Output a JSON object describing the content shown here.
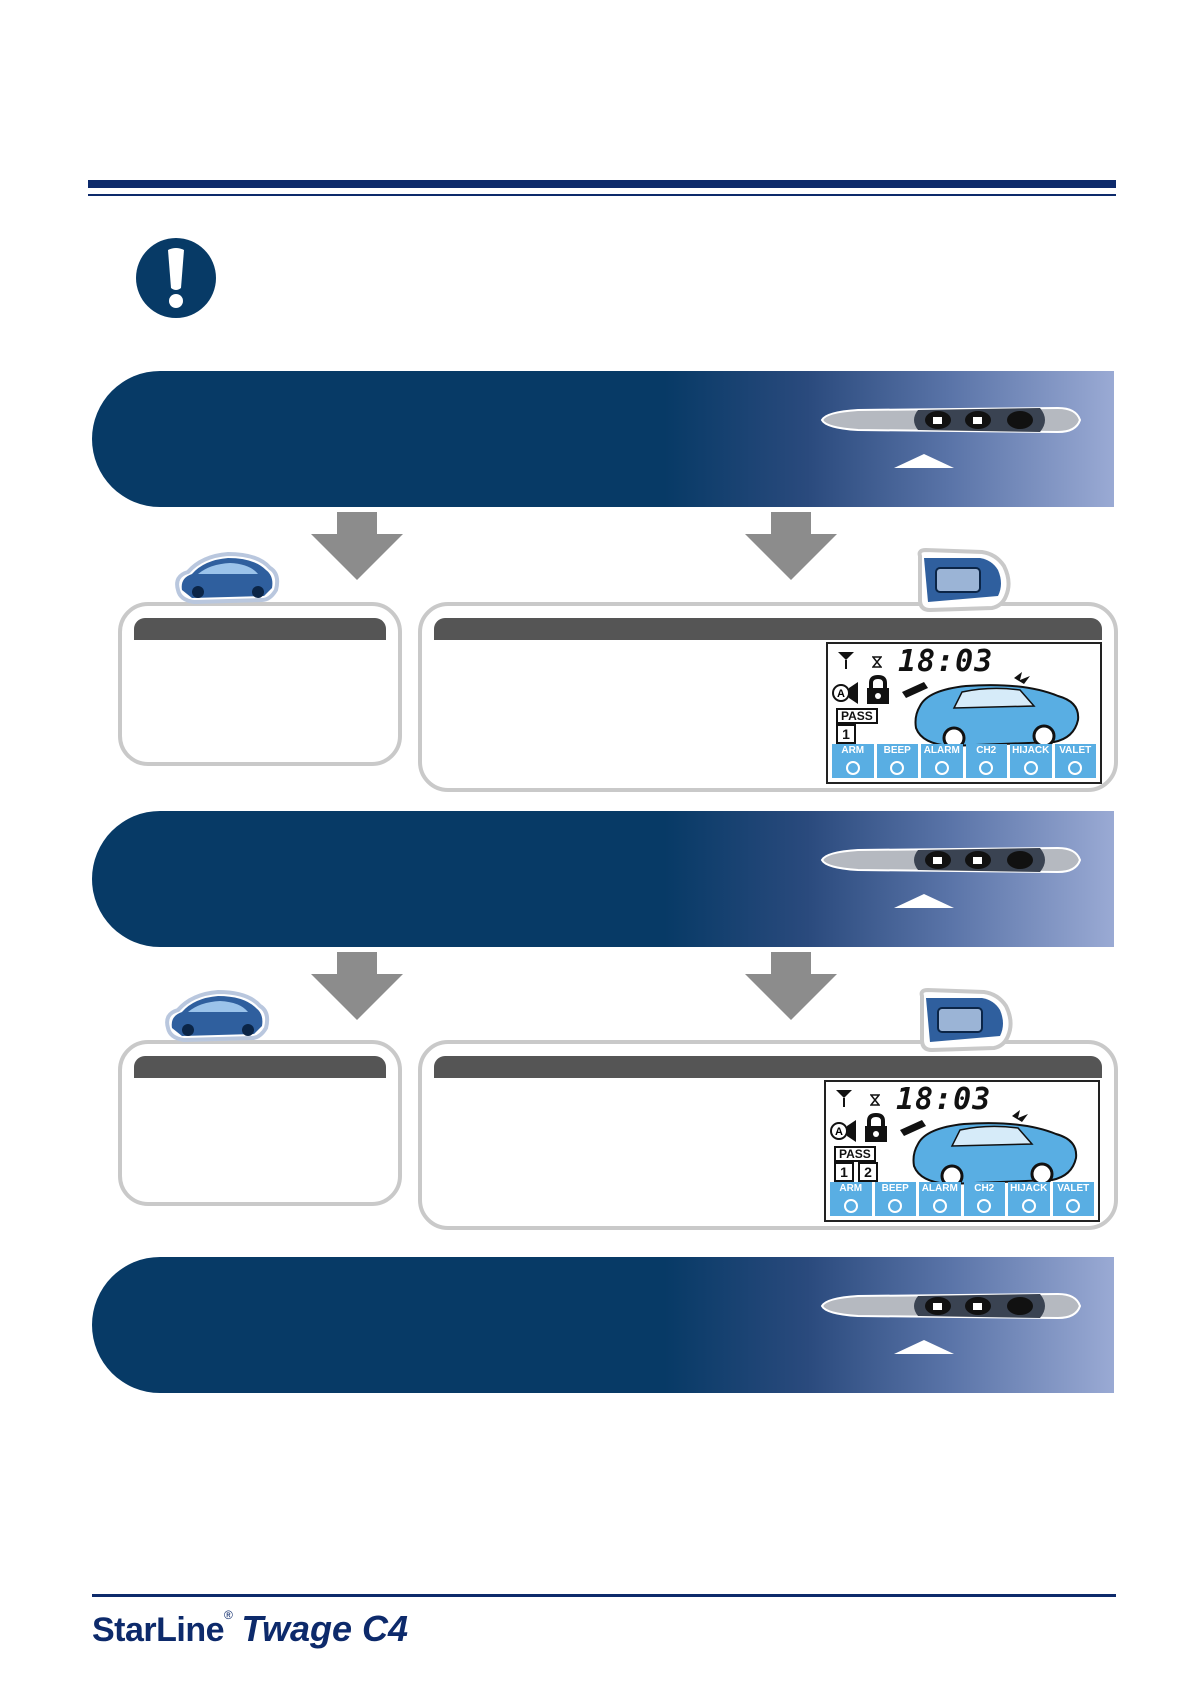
{
  "brand": {
    "name": "StarLine",
    "registered": "®",
    "model": "Twage C4"
  },
  "colors": {
    "navy": "#073a66",
    "rule": "#0d2a6b",
    "lcd_blue": "#59aee3",
    "gray_arrow": "#8c8c8c"
  },
  "keyfob_buttons": [
    "lock-icon",
    "unlock-icon",
    "prog-icon"
  ],
  "sections": [
    {
      "lcd": {
        "time": "18:03",
        "pass": "PASS",
        "numbers": [
          "1"
        ],
        "icons": [
          "ARM",
          "BEEP",
          "ALARM",
          "CH2",
          "HIJACK",
          "VALET"
        ]
      }
    },
    {
      "lcd": {
        "time": "18:03",
        "pass": "PASS",
        "numbers": [
          "1",
          "2"
        ],
        "icons": [
          "ARM",
          "BEEP",
          "ALARM",
          "CH2",
          "HIJACK",
          "VALET"
        ]
      }
    }
  ]
}
